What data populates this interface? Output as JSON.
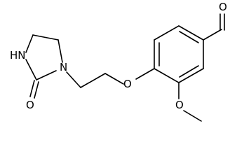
{
  "molecule": {
    "atom_labels": {
      "aldehyde_oxygen": "O",
      "carbonyl_oxygen": "O",
      "nh": "HN",
      "ring_nitrogen": "N",
      "ether_oxygen": "O",
      "methoxy_oxygen": "O"
    }
  },
  "colors": {
    "bond": "#000000",
    "label": "#000000",
    "background": "#ffffff"
  }
}
